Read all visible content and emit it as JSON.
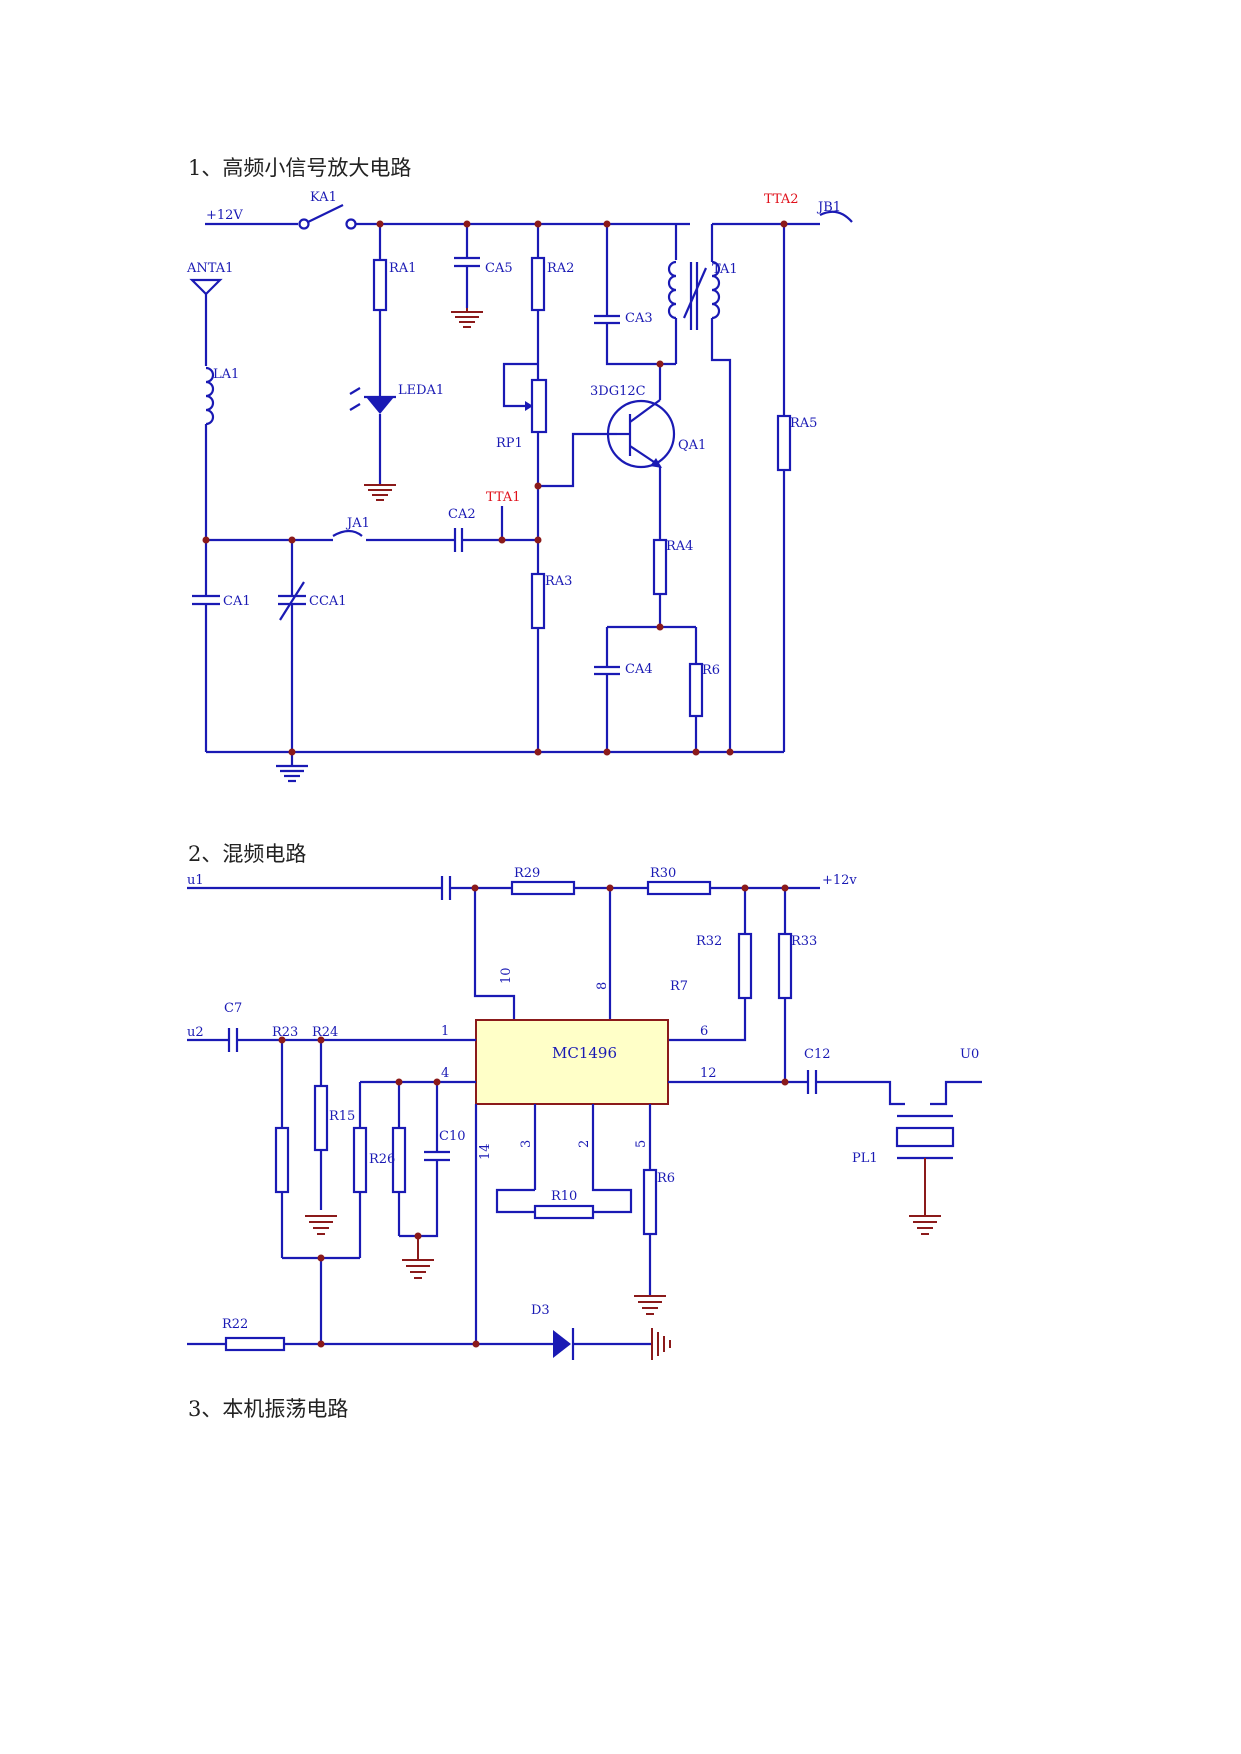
{
  "headings": {
    "s1": "1、高频小信号放大电路",
    "s2": "2、混频电路",
    "s3": "3、本机振荡电路"
  },
  "circuit1": {
    "supply": "+12V",
    "switch": "KA1",
    "antenna": "ANTA1",
    "inductor": "LA1",
    "r_a1": "RA1",
    "led": "LEDA1",
    "c_a5": "CA5",
    "r_a2": "RA2",
    "pot": "RP1",
    "c_a3": "CA3",
    "transformer": "TA1",
    "test_point_2": "TTA2",
    "jack_b": "JB1",
    "transistor_model": "3DG12C",
    "transistor": "QA1",
    "r_a5": "RA5",
    "test_point_1": "TTA1",
    "jumper": "JA1",
    "c_a2": "CA2",
    "r_a4": "RA4",
    "c_a1": "CA1",
    "cc_a1": "CCA1",
    "r_a3": "RA3",
    "c_a4": "CA4",
    "r6": "R6"
  },
  "circuit2": {
    "in1": "u1",
    "r29": "R29",
    "r30": "R30",
    "supply": "+12v",
    "r32": "R32",
    "r33": "R33",
    "r7": "R7",
    "pin10": "10",
    "pin8": "8",
    "in2": "u2",
    "c7": "C7",
    "r23": "R23",
    "r24": "R24",
    "pin1": "1",
    "ic": "MC1496",
    "pin6": "6",
    "c12": "C12",
    "out": "U0",
    "pin4": "4",
    "pin12": "12",
    "r15": "R15",
    "r26": "R26",
    "c10": "C10",
    "pin14": "14",
    "pin3": "3",
    "pin2": "2",
    "pin5": "5",
    "r6": "R6",
    "pl1": "PL1",
    "r10": "R10",
    "r22": "R22",
    "d3": "D3"
  },
  "colors": {
    "wire": "#1a1ab4",
    "ground": "#8b1a1a",
    "test_label": "#e0101a",
    "ic_fill": "#ffffc8"
  }
}
